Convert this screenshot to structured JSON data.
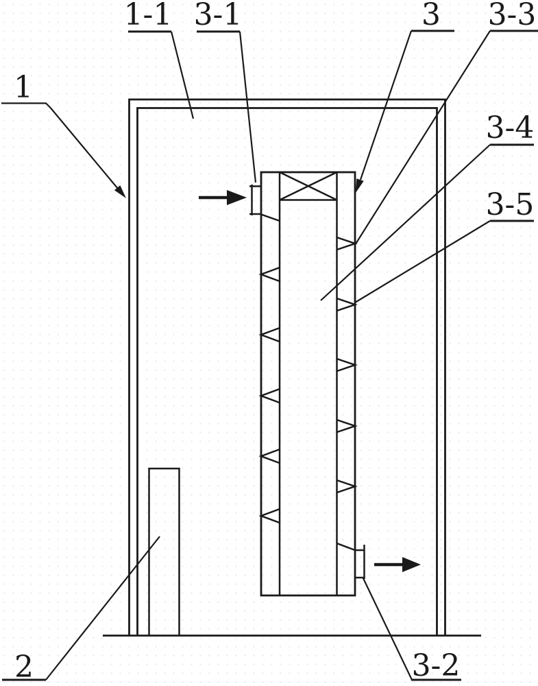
{
  "style": {
    "background": "#ffffff",
    "line_color": "#1a1a1a"
  },
  "figure_labels": {
    "l1": "1",
    "l1_1": "1-1",
    "l2": "2",
    "l3": "3",
    "l3_1": "3-1",
    "l3_2": "3-2",
    "l3_3": "3-3",
    "l3_4": "3-4",
    "l3_5": "3-5"
  }
}
